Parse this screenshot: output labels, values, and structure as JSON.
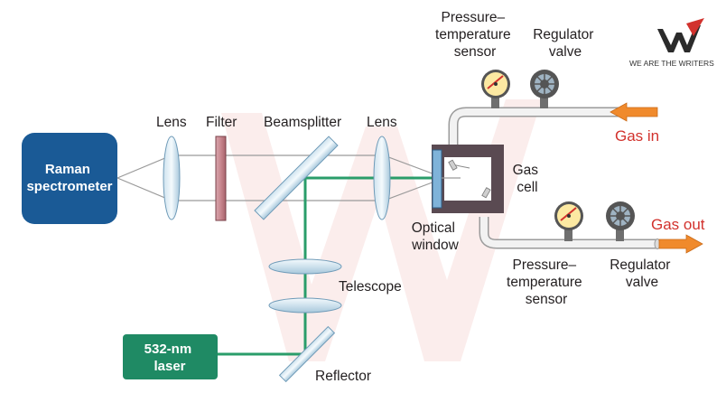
{
  "diagram": {
    "spectrometer_label": [
      "Raman",
      "spectrometer"
    ],
    "laser_label": [
      "532-nm",
      "laser"
    ],
    "lens_left": "Lens",
    "filter": "Filter",
    "beamsplitter": "Beamsplitter",
    "lens_right": "Lens",
    "telescope": "Telescope",
    "reflector": "Reflector",
    "optical_window": [
      "Optical",
      "window"
    ],
    "gas_cell": [
      "Gas",
      "cell"
    ],
    "sensor_top": [
      "Pressure–",
      "temperature",
      "sensor"
    ],
    "valve_top": [
      "Regulator",
      "valve"
    ],
    "sensor_bottom": [
      "Pressure–",
      "temperature",
      "sensor"
    ],
    "valve_bottom": [
      "Regulator",
      "valve"
    ],
    "gas_in": "Gas in",
    "gas_out": "Gas out"
  },
  "logo": {
    "text": "WE ARE THE WRITERS"
  },
  "colors": {
    "spectrometer": "#1a5a96",
    "laser": "#1f8a64",
    "beam_green": "#2a9d6a",
    "gas_arrow": "#f08a2c",
    "label_red": "#d2322d",
    "cell": "#5a4a52"
  }
}
